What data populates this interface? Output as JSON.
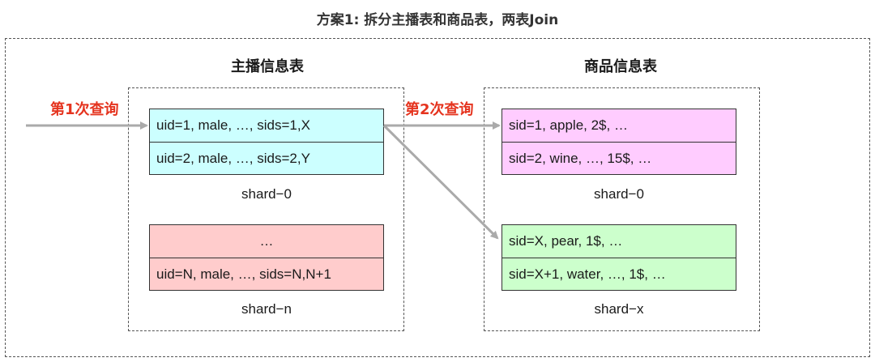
{
  "title": "方案1: 拆分主播表和商品表，两表Join",
  "queries": {
    "first": "第1次查询",
    "second": "第2次查询"
  },
  "anchor_table": {
    "label": "主播信息表",
    "shards": [
      {
        "name": "shard−0",
        "fill": "#ccffff",
        "rows": [
          "uid=1, male, …, sids=1,X",
          "uid=2, male, …, sids=2,Y"
        ]
      },
      {
        "name": "shard−n",
        "fill": "#ffcccc",
        "rows": [
          "…",
          "uid=N, male, …, sids=N,N+1"
        ]
      }
    ]
  },
  "product_table": {
    "label": "商品信息表",
    "shards": [
      {
        "name": "shard−0",
        "fill": "#ffccff",
        "rows": [
          "sid=1, apple, 2$, …",
          "sid=2, wine, …, 15$, …"
        ]
      },
      {
        "name": "shard−x",
        "fill": "#ccffcc",
        "rows": [
          "sid=X, pear, 1$, …",
          "sid=X+1, water, …, 1$, …"
        ]
      }
    ]
  },
  "colors": {
    "arrow": "#aaaaaa",
    "query_label": "#e5341f",
    "border": "#333333"
  }
}
